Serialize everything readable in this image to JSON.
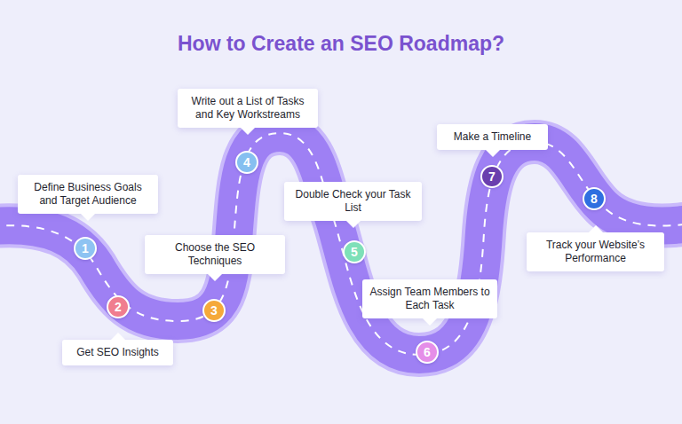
{
  "diagram": {
    "title": "How to Create an SEO Roadmap?",
    "nodes": [
      {
        "text": [
          "Define Business Goals and Target Audience"
        ]
      },
      {
        "text": [
          "1"
        ]
      },
      {
        "text": [
          "Get SEO Insights"
        ]
      },
      {
        "text": [
          "2"
        ]
      },
      {
        "text": [
          "Choose the SEO Techniques"
        ]
      },
      {
        "text": [
          "3"
        ]
      },
      {
        "text": [
          "Write out a List of Tasks and Key Workstreams"
        ]
      },
      {
        "text": [
          "4"
        ]
      },
      {
        "text": [
          "Double Check your Task List"
        ]
      },
      {
        "text": [
          "5"
        ]
      },
      {
        "text": [
          "Assign Team Members to Each Task"
        ]
      },
      {
        "text": [
          "6"
        ]
      },
      {
        "text": [
          "Make a Timeline"
        ]
      },
      {
        "text": [
          "7"
        ]
      },
      {
        "text": [
          "Track your Website’s Performance"
        ]
      },
      {
        "text": [
          "8"
        ]
      }
    ]
  }
}
